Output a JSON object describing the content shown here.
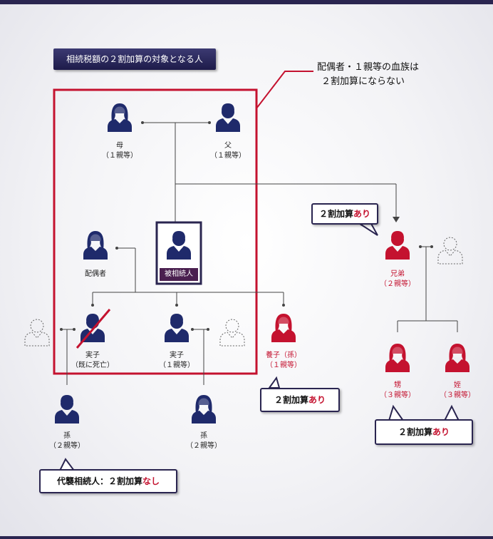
{
  "title": "相続税額の２割加算の対象となる人",
  "callout": {
    "line1": "配偶者・１親等の血族は",
    "line2": "２割加算にならない"
  },
  "people": {
    "mother": {
      "name": "母",
      "degree": "（１親等）"
    },
    "father": {
      "name": "父",
      "degree": "（１親等）"
    },
    "spouse": {
      "name": "配偶者"
    },
    "decedent": {
      "name": "被相続人"
    },
    "sibling": {
      "name": "兄弟",
      "degree": "（２親等）"
    },
    "child_deceased": {
      "name": "実子",
      "degree": "（既に死亡）"
    },
    "child": {
      "name": "実子",
      "degree": "（１親等）"
    },
    "adopted": {
      "name": "養子（孫）",
      "degree": "（１親等）"
    },
    "grandchild1": {
      "name": "孫",
      "degree": "（２親等）"
    },
    "grandchild2": {
      "name": "孫",
      "degree": "（２親等）"
    },
    "nephew": {
      "name": "甥",
      "degree": "（３親等）"
    },
    "niece": {
      "name": "姪",
      "degree": "（３親等）"
    }
  },
  "bubbles": {
    "sibling": {
      "prefix": "２割加算",
      "emph": "あり"
    },
    "adopted": {
      "prefix": "２割加算",
      "emph": "あり"
    },
    "nephew_niece": {
      "prefix": "２割加算",
      "emph": "あり"
    },
    "grandchild": {
      "prefix": "代襲相続人：２割加算",
      "emph": "なし"
    }
  },
  "colors": {
    "navy": "#1f2a6b",
    "red": "#c4122f",
    "frame": "#c4122f",
    "dark": "#2a2550"
  }
}
